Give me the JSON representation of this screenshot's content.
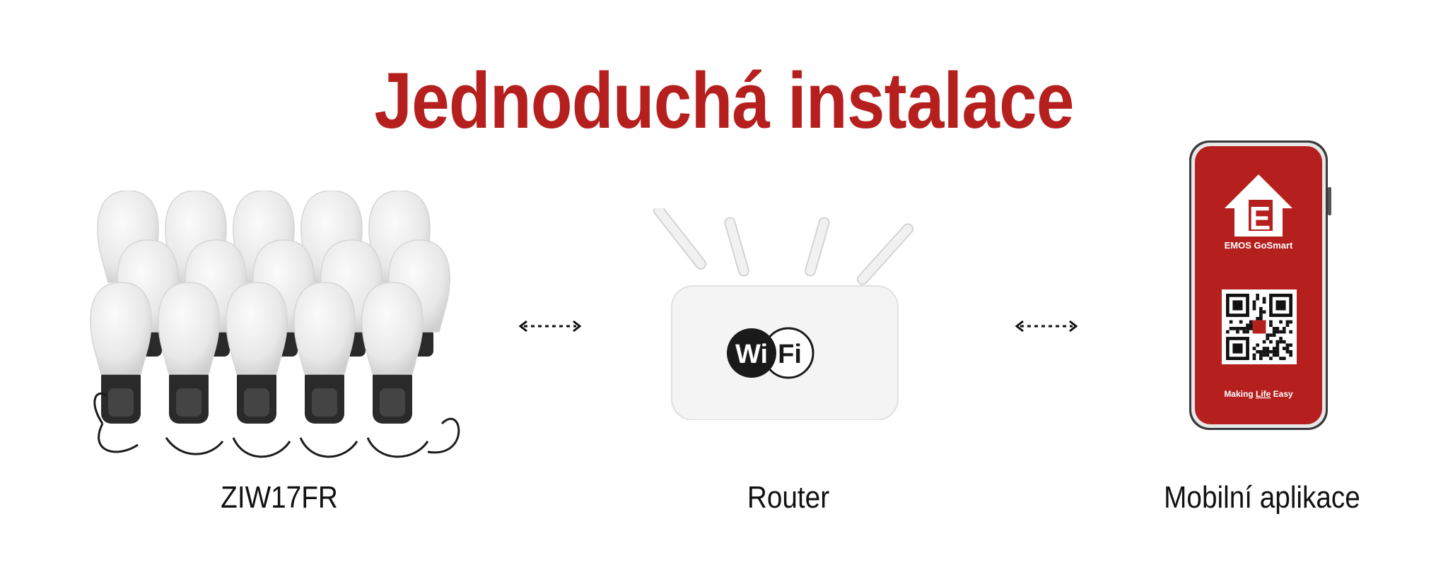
{
  "title": "Jednoduchá instalace",
  "steps": [
    {
      "label": "ZIW17FR",
      "icon": "light-string-bulbs-icon"
    },
    {
      "label": "Router",
      "icon": "wifi-router-icon"
    },
    {
      "label": "Mobilní aplikace",
      "icon": "smartphone-app-icon"
    }
  ],
  "wifi_badge": {
    "left": "Wi",
    "right": "Fi"
  },
  "phone_app": {
    "brand": "EMOS GoSmart",
    "logo_letter": "E",
    "slogan_pre": "Making ",
    "slogan_underlined": "Life",
    "slogan_post": " Easy"
  },
  "colors": {
    "brand_red": "#b5201f",
    "text": "#111111",
    "bulb_white": "#efefef",
    "socket_black": "#2a2a2a",
    "router_white": "#f4f4f4"
  },
  "connectors": [
    "double-arrow-dotted-icon",
    "double-arrow-dotted-icon"
  ]
}
